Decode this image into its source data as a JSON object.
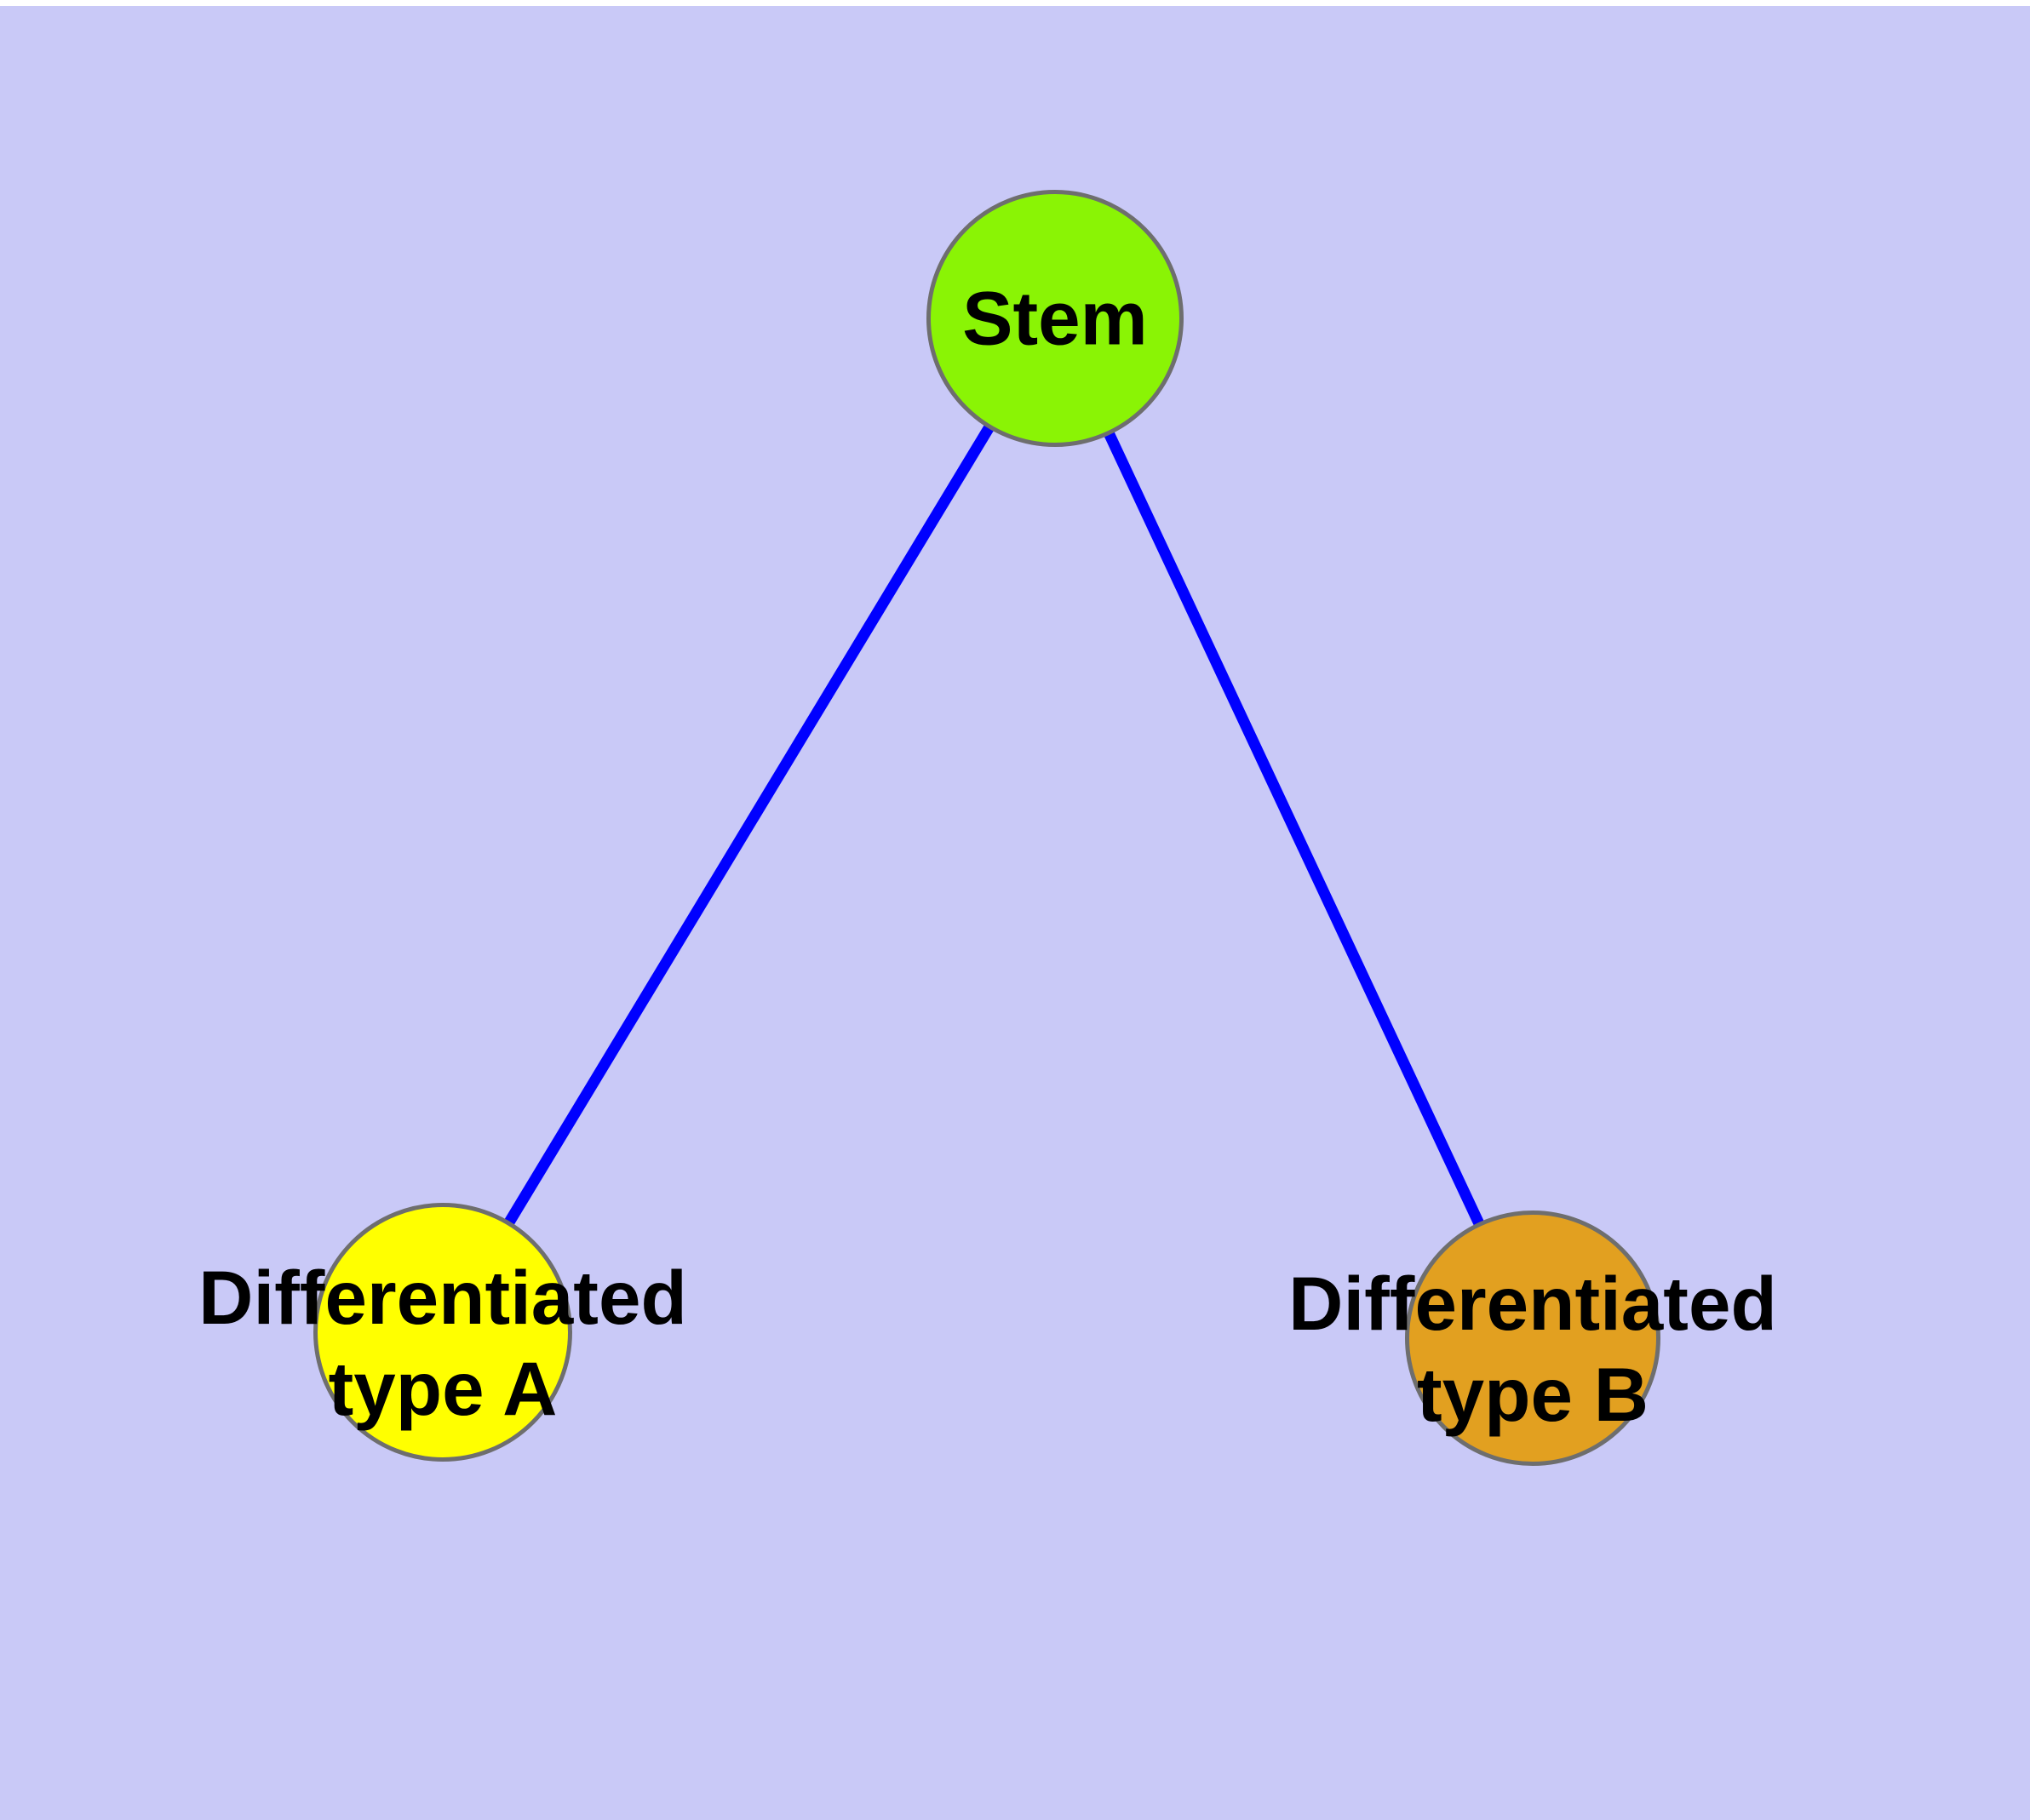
{
  "figure": {
    "background_color": "#C9C9F7",
    "frame_color": "#FFFFFF"
  },
  "graph": {
    "edge_color": "#0000FF",
    "node_border_color": "#6E6E6E",
    "label_color": "#000000",
    "nodes": [
      {
        "id": "stem",
        "label": "Stem",
        "fill": "#8AF405"
      },
      {
        "id": "differentiated-type-a",
        "label": "Differentiated\ntype A",
        "fill": "#FFFF00"
      },
      {
        "id": "differentiated-type-b",
        "label": "Differentiated\ntype B",
        "fill": "#E2A020"
      }
    ],
    "edges": [
      {
        "from": "stem",
        "to": "differentiated-type-a"
      },
      {
        "from": "stem",
        "to": "differentiated-type-b"
      }
    ]
  }
}
